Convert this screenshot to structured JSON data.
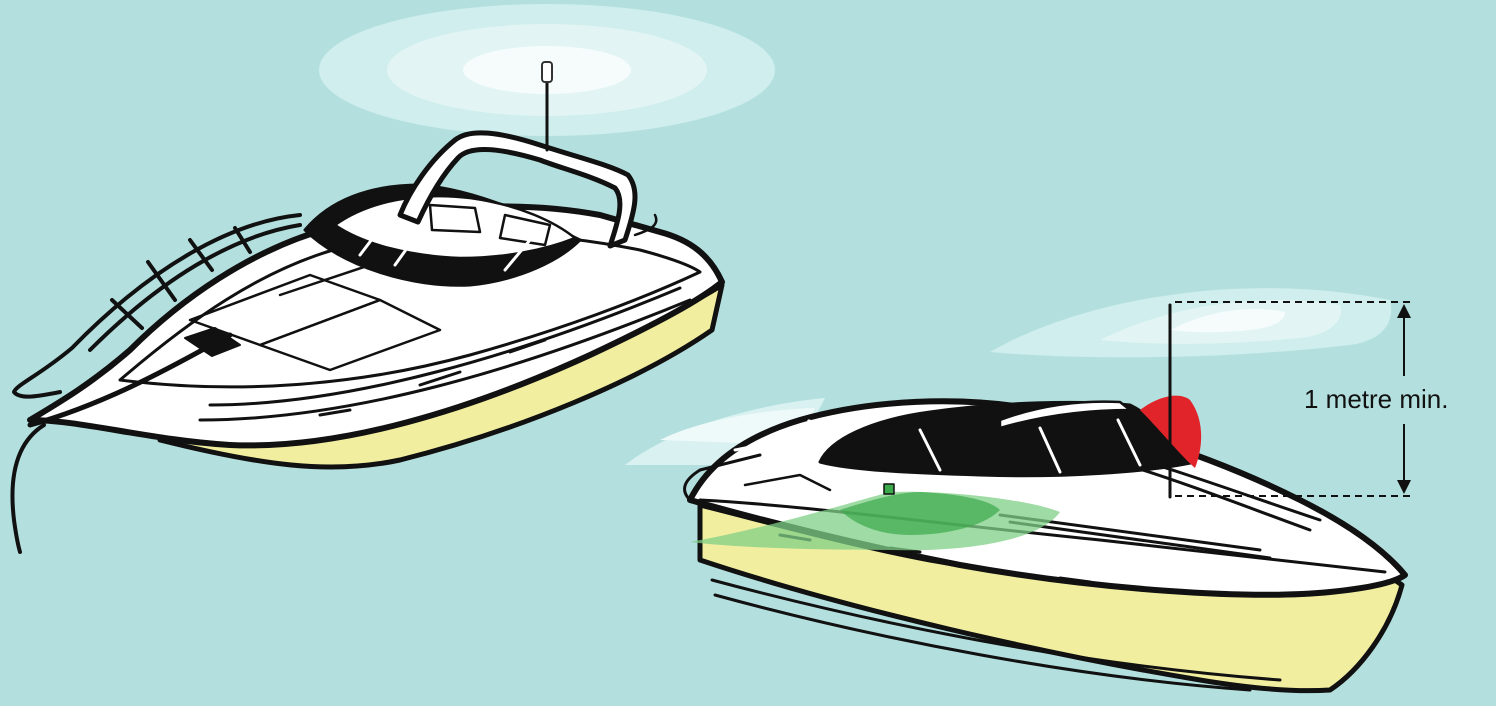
{
  "diagram": {
    "measurement_label": "1 metre min.",
    "colors": {
      "sea": "#b3e0de",
      "hull_bottom": "#f2eea0",
      "hull": "#ffffff",
      "outline": "#111111",
      "light_red": "#e0242a",
      "light_green": "#3aaa4a",
      "light_green_fade": "#7fcf86",
      "radiation_glow": "#ffffff"
    },
    "items": [
      {
        "name": "flybridge-boat",
        "icon": "motor-yacht-with-bimini-frame"
      },
      {
        "name": "sport-cruiser",
        "icon": "cruiser-with-navigation-lights"
      }
    ]
  }
}
